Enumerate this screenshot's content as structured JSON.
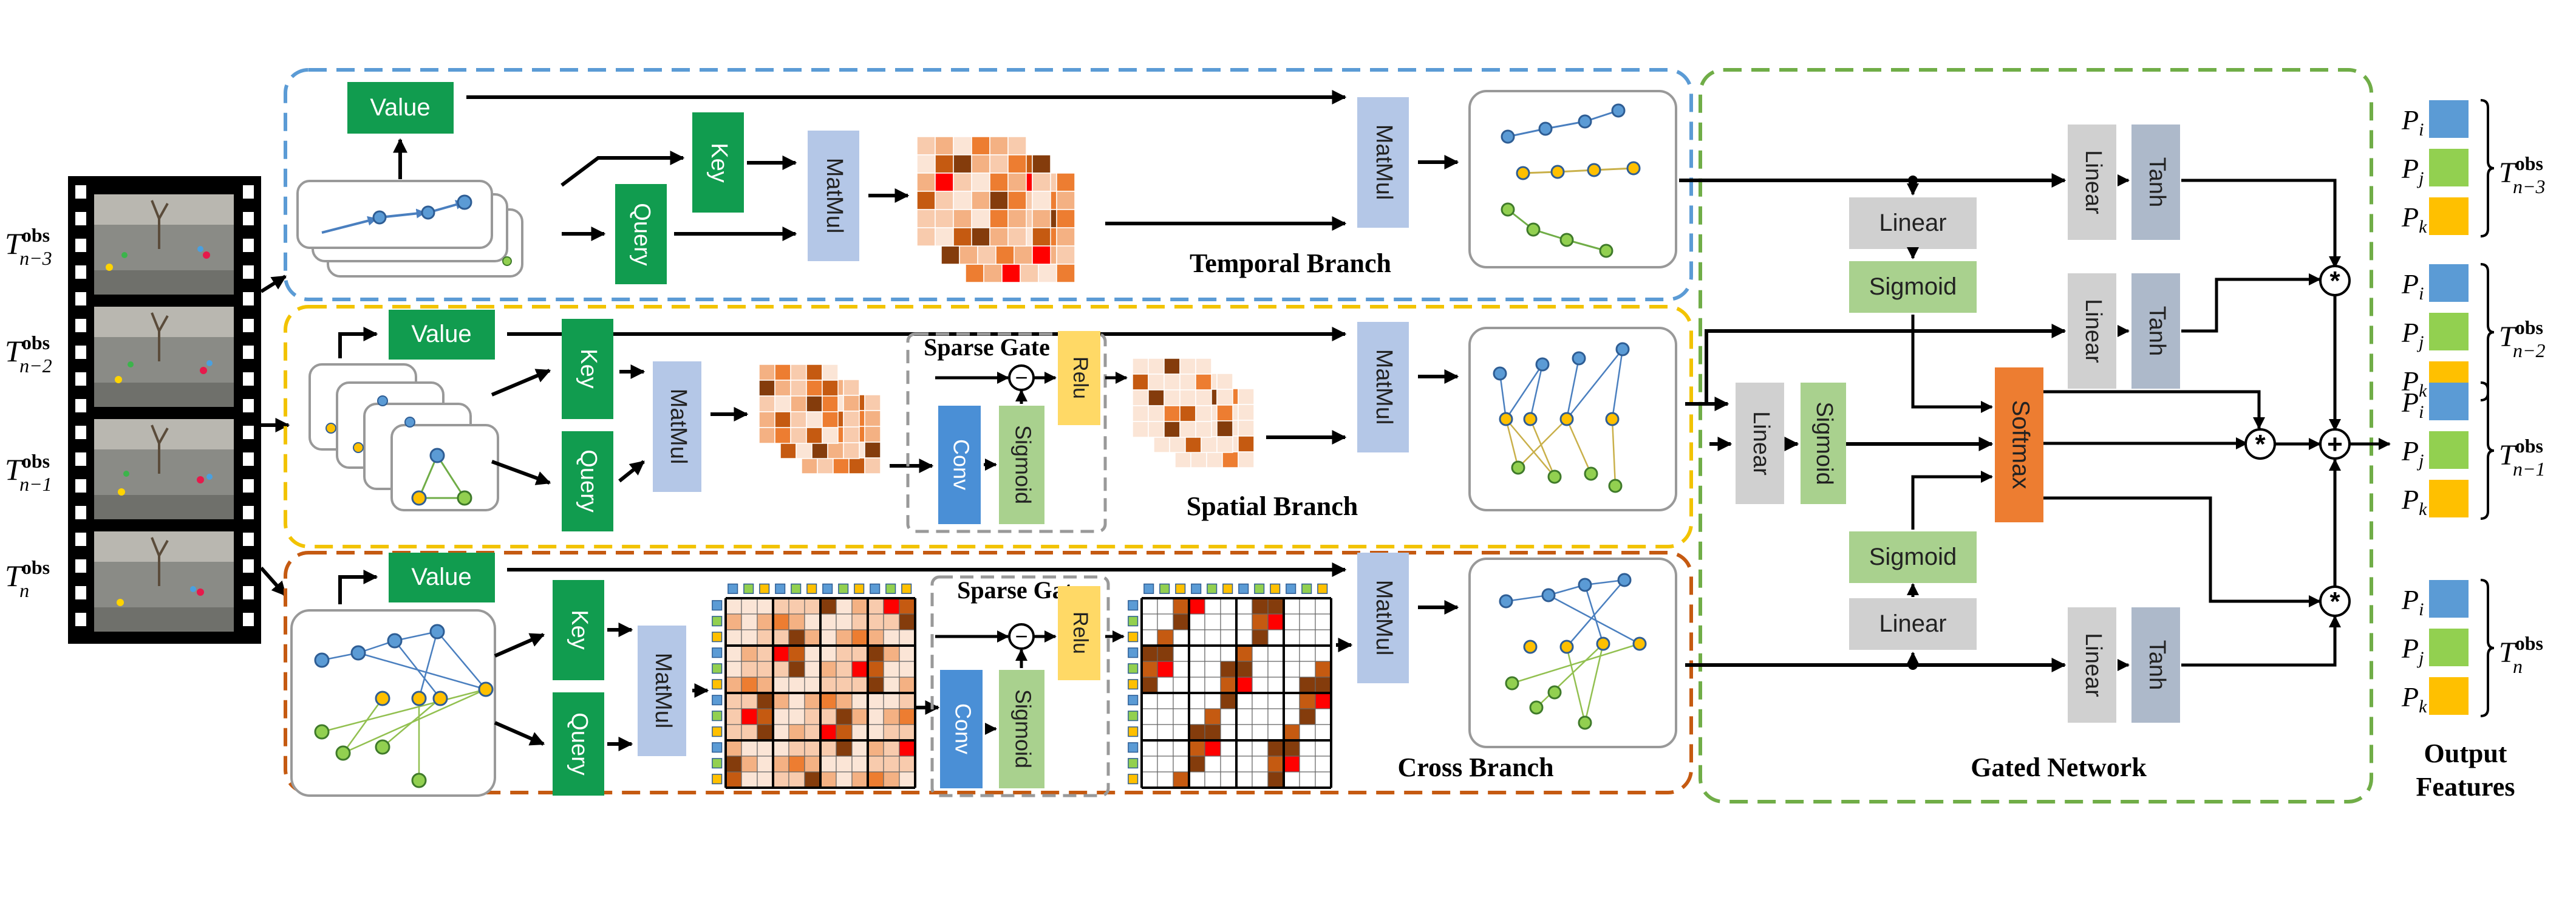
{
  "film_labels": [
    {
      "base": "T",
      "sup": "obs",
      "sub": "n−3"
    },
    {
      "base": "T",
      "sup": "obs",
      "sub": "n−2"
    },
    {
      "base": "T",
      "sup": "obs",
      "sub": "n−1"
    },
    {
      "base": "T",
      "sup": "obs",
      "sub": "n"
    }
  ],
  "blocks": {
    "value": "Value",
    "key": "Key",
    "query": "Query",
    "matmul": "MatMul",
    "conv": "Conv",
    "sigmoid": "Sigmoid",
    "relu": "Relu",
    "linear": "Linear",
    "tanh": "Tanh",
    "softmax": "Softmax"
  },
  "sparse_gate": "Sparse Gate",
  "branches": {
    "temporal": "Temporal Branch",
    "spatial": "Spatial Branch",
    "cross": "Cross Branch",
    "gated": "Gated Network"
  },
  "operators": {
    "multiply": "*",
    "add": "+",
    "subtract": "−"
  },
  "output": {
    "title_line1": "Output",
    "title_line2": "Features",
    "swatch_labels": [
      "P_i",
      "P_j",
      "P_k"
    ],
    "groups": [
      {
        "base": "T",
        "sup": "obs",
        "sub": "n−3"
      },
      {
        "base": "T",
        "sup": "obs",
        "sub": "n−2"
      },
      {
        "base": "T",
        "sup": "obs",
        "sub": "n−1"
      },
      {
        "base": "T",
        "sup": "obs",
        "sub": "n"
      }
    ]
  },
  "colors": {
    "green_block": "#119c4f",
    "matmul": "#b4c7e7",
    "temporal_border": "#5b9bd5",
    "spatial_border": "#f2c300",
    "cross_border": "#c55a11",
    "gated_border": "#70ad47",
    "linear": "#d0d0d0",
    "tanh": "#adb9ca",
    "sigmoid": "#a9d18e",
    "softmax": "#ed7d31",
    "relu": "#ffd966",
    "conv": "#4a8fd6",
    "p_i": "#5b9bd5",
    "p_j": "#92d050",
    "p_k": "#ffc000"
  }
}
